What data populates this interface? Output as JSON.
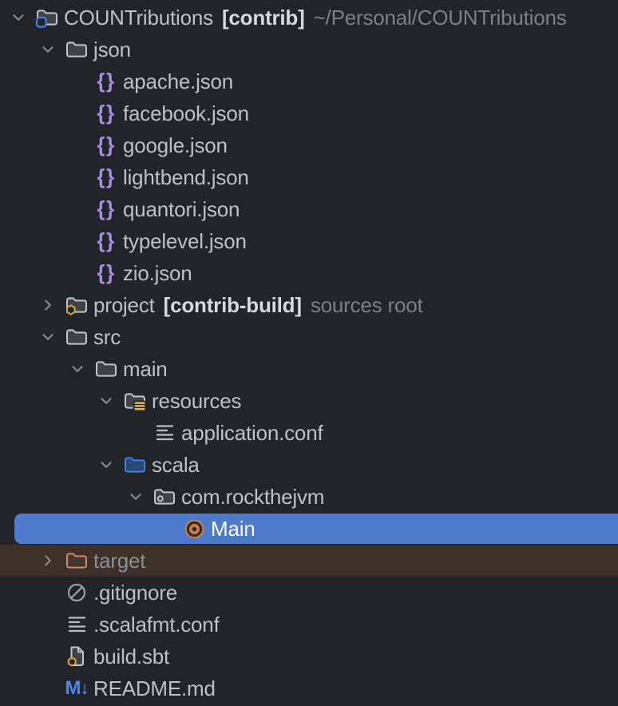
{
  "panel": {
    "name": "Project tree"
  },
  "colors": {
    "background": "#212529",
    "selection_bg": "#4f7acc",
    "excluded_row_bg": "#3d3029",
    "folder_stroke": "#c2c5cb",
    "folder_fill": "#3f4347",
    "chevron": "#868b92",
    "accent_blue": "#3f7de2",
    "sources_folder_fill": "#2b4877",
    "json_purple": "#a98ce2",
    "sbt_gold": "#d9a343",
    "resources_yellow": "#e8b63f",
    "excluded_orange": "#d2885f",
    "excluded_folder_fill": "#453630",
    "object_brown": "#bf8057",
    "object_fill": "#39271d",
    "ignored_gray": "#9ba0a7",
    "textfile_gray": "#b9bcc2",
    "markdown_blue": "#4f82f2",
    "markdown_arrow_blue": "#6f9df8"
  },
  "tree": {
    "rows": [
      {
        "level": 0,
        "expand": "down",
        "icon": "project-root-folder",
        "state": "none",
        "segments": [
          {
            "text": "COUNTributions",
            "style": "normal"
          },
          {
            "text": "[contrib]",
            "style": "bold"
          },
          {
            "text": "~/Personal/COUNTributions",
            "style": "muted"
          }
        ]
      },
      {
        "level": 1,
        "expand": "down",
        "icon": "folder",
        "state": "none",
        "segments": [
          {
            "text": "json",
            "style": "normal"
          }
        ]
      },
      {
        "level": 2,
        "expand": null,
        "icon": "json",
        "state": "none",
        "segments": [
          {
            "text": "apache.json",
            "style": "normal"
          }
        ]
      },
      {
        "level": 2,
        "expand": null,
        "icon": "json",
        "state": "none",
        "segments": [
          {
            "text": "facebook.json",
            "style": "normal"
          }
        ]
      },
      {
        "level": 2,
        "expand": null,
        "icon": "json",
        "state": "none",
        "segments": [
          {
            "text": "google.json",
            "style": "normal"
          }
        ]
      },
      {
        "level": 2,
        "expand": null,
        "icon": "json",
        "state": "none",
        "segments": [
          {
            "text": "lightbend.json",
            "style": "normal"
          }
        ]
      },
      {
        "level": 2,
        "expand": null,
        "icon": "json",
        "state": "none",
        "segments": [
          {
            "text": "quantori.json",
            "style": "normal"
          }
        ]
      },
      {
        "level": 2,
        "expand": null,
        "icon": "json",
        "state": "none",
        "segments": [
          {
            "text": "typelevel.json",
            "style": "normal"
          }
        ]
      },
      {
        "level": 2,
        "expand": null,
        "icon": "json",
        "state": "none",
        "segments": [
          {
            "text": "zio.json",
            "style": "normal"
          }
        ]
      },
      {
        "level": 1,
        "expand": "right",
        "icon": "sbt-folder",
        "state": "none",
        "segments": [
          {
            "text": "project",
            "style": "normal"
          },
          {
            "text": "[contrib-build]",
            "style": "bold"
          },
          {
            "text": "sources root",
            "style": "muted"
          }
        ]
      },
      {
        "level": 1,
        "expand": "down",
        "icon": "folder",
        "state": "none",
        "segments": [
          {
            "text": "src",
            "style": "normal"
          }
        ]
      },
      {
        "level": 2,
        "expand": "down",
        "icon": "folder",
        "state": "none",
        "segments": [
          {
            "text": "main",
            "style": "normal"
          }
        ]
      },
      {
        "level": 3,
        "expand": "down",
        "icon": "resources-folder",
        "state": "none",
        "segments": [
          {
            "text": "resources",
            "style": "normal"
          }
        ]
      },
      {
        "level": 4,
        "expand": null,
        "icon": "text-file",
        "state": "none",
        "segments": [
          {
            "text": "application.conf",
            "style": "normal"
          }
        ]
      },
      {
        "level": 3,
        "expand": "down",
        "icon": "sources-folder",
        "state": "none",
        "segments": [
          {
            "text": "scala",
            "style": "normal"
          }
        ]
      },
      {
        "level": 4,
        "expand": "down",
        "icon": "package-folder",
        "state": "none",
        "segments": [
          {
            "text": "com.rockthejvm",
            "style": "normal"
          }
        ]
      },
      {
        "level": 5,
        "expand": null,
        "icon": "scala-object",
        "state": "selected",
        "segments": [
          {
            "text": "Main",
            "style": "selected"
          }
        ]
      },
      {
        "level": 1,
        "expand": "right",
        "icon": "excluded-folder",
        "state": "excluded",
        "segments": [
          {
            "text": "target",
            "style": "excluded"
          }
        ]
      },
      {
        "level": 1,
        "expand": null,
        "icon": "ignored",
        "state": "none",
        "segments": [
          {
            "text": ".gitignore",
            "style": "normal"
          }
        ]
      },
      {
        "level": 1,
        "expand": null,
        "icon": "text-file",
        "state": "none",
        "segments": [
          {
            "text": ".scalafmt.conf",
            "style": "normal"
          }
        ]
      },
      {
        "level": 1,
        "expand": null,
        "icon": "sbt-file",
        "state": "none",
        "segments": [
          {
            "text": "build.sbt",
            "style": "normal"
          }
        ]
      },
      {
        "level": 1,
        "expand": null,
        "icon": "markdown",
        "state": "none",
        "segments": [
          {
            "text": "README.md",
            "style": "normal"
          }
        ]
      }
    ]
  }
}
